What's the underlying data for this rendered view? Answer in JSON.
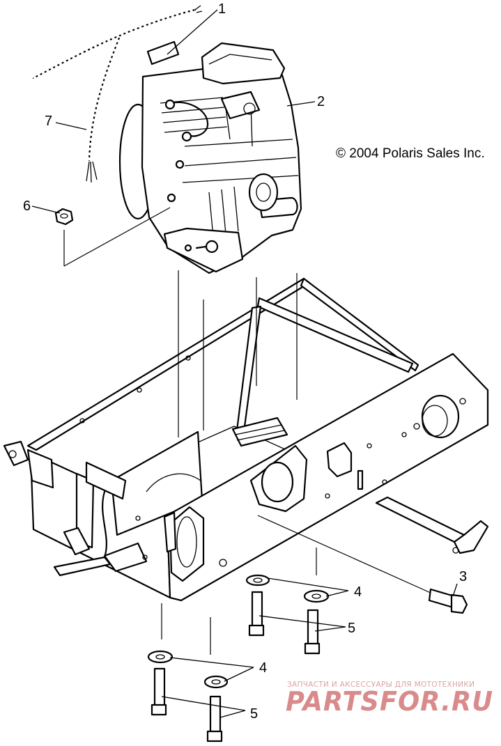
{
  "copyright": "© 2004 Polaris Sales Inc.",
  "callouts": [
    {
      "id": "c1",
      "text": "1"
    },
    {
      "id": "c2",
      "text": "2"
    },
    {
      "id": "c3",
      "text": "3"
    },
    {
      "id": "c4a",
      "text": "4"
    },
    {
      "id": "c4b",
      "text": "4"
    },
    {
      "id": "c5a",
      "text": "5"
    },
    {
      "id": "c5b",
      "text": "5"
    },
    {
      "id": "c6",
      "text": "6"
    },
    {
      "id": "c7",
      "text": "7"
    }
  ],
  "watermark": {
    "tagline": "ЗАПЧАСТИ И АКСЕССУАРЫ ДЛЯ МОТОТЕХНИКИ",
    "brand": "PARTSFOR.RU"
  },
  "colors": {
    "line": "#000000",
    "background": "#ffffff",
    "watermark": "#d98b8b"
  }
}
